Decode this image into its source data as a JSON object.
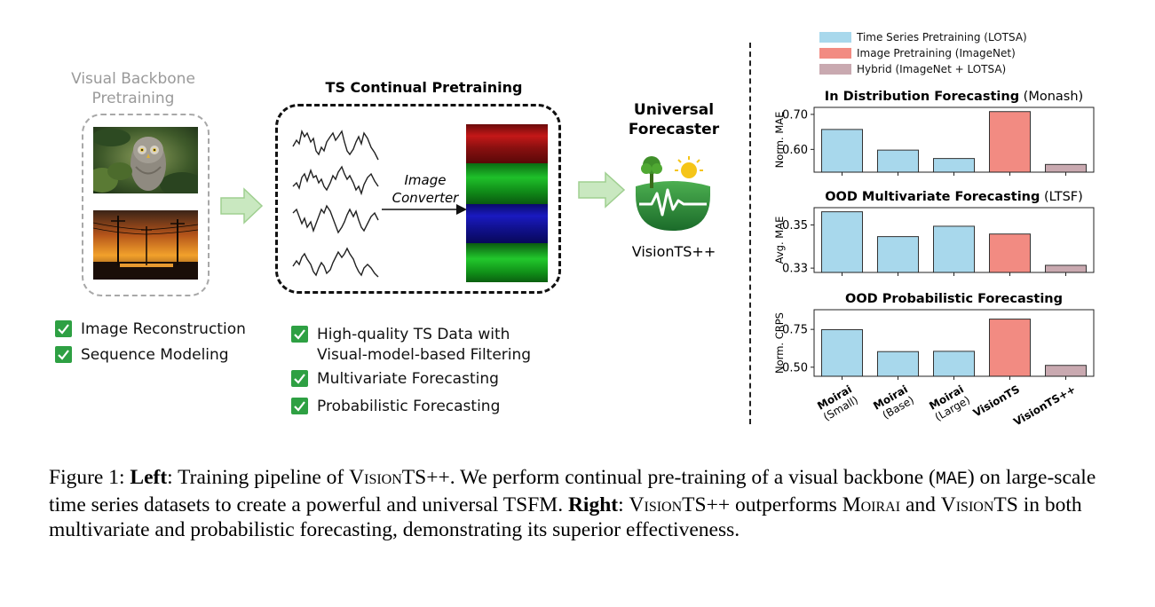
{
  "left_panel": {
    "backbone_title": "Visual Backbone Pretraining",
    "ts_title": "TS Continual Pretraining",
    "converter_label": [
      "Image",
      "Converter"
    ],
    "forecaster_title": [
      "Universal",
      "Forecaster"
    ],
    "forecaster_name": "VisionTS++",
    "backbone_checks": [
      "Image Reconstruction",
      "Sequence Modeling"
    ],
    "ts_checks": [
      "High-quality TS Data with\nVisual-model-based Filtering",
      "Multivariate Forecasting",
      "Probabilistic Forecasting"
    ]
  },
  "colors": {
    "ts_pretraining": "#a8d8ec",
    "image_pretraining": "#f28b82",
    "hybrid": "#c9a9b0",
    "check_green": "#2ea043",
    "arrow_green": "#c9e8c0"
  },
  "legend": [
    {
      "label": "Time Series Pretraining (LOTSA)",
      "color": "#a8d8ec"
    },
    {
      "label": "Image Pretraining (ImageNet)",
      "color": "#f28b82"
    },
    {
      "label": "Hybrid (ImageNet + LOTSA)",
      "color": "#c9a9b0"
    }
  ],
  "chart_data": [
    {
      "type": "bar",
      "title": "In Distribution Forecasting",
      "title_suffix": "(Monash)",
      "ylabel": "Norm. MAE",
      "categories": [
        "Moirai (Small)",
        "Moirai (Base)",
        "Moirai (Large)",
        "VisionTS",
        "VisionTS++"
      ],
      "values": [
        0.657,
        0.598,
        0.574,
        0.708,
        0.557
      ],
      "colors": [
        "#a8d8ec",
        "#a8d8ec",
        "#a8d8ec",
        "#f28b82",
        "#c9a9b0"
      ],
      "yticks": [
        0.6,
        0.7
      ],
      "ytick_labels": [
        "0.60",
        "0.70"
      ],
      "ylim": [
        0.535,
        0.72
      ]
    },
    {
      "type": "bar",
      "title": "OOD Multivariate Forecasting",
      "title_suffix": "(LTSF)",
      "ylabel": "Avg. MAE",
      "categories": [
        "Moirai (Small)",
        "Moirai (Base)",
        "Moirai (Large)",
        "VisionTS",
        "VisionTS++"
      ],
      "values": [
        0.3561,
        0.3446,
        0.3494,
        0.3458,
        0.3313
      ],
      "colors": [
        "#a8d8ec",
        "#a8d8ec",
        "#a8d8ec",
        "#f28b82",
        "#c9a9b0"
      ],
      "yticks": [
        0.33,
        0.35
      ],
      "ytick_labels": [
        "0.33",
        "0.35"
      ],
      "ylim": [
        0.328,
        0.358
      ]
    },
    {
      "type": "bar",
      "title": "OOD Probabilistic Forecasting",
      "title_suffix": "",
      "ylabel": "Norm. CRPS",
      "categories": [
        "Moirai (Small)",
        "Moirai (Base)",
        "Moirai (Large)",
        "VisionTS",
        "VisionTS++"
      ],
      "values": [
        0.748,
        0.603,
        0.605,
        0.818,
        0.512
      ],
      "colors": [
        "#a8d8ec",
        "#a8d8ec",
        "#a8d8ec",
        "#f28b82",
        "#c9a9b0"
      ],
      "yticks": [
        0.5,
        0.75
      ],
      "ytick_labels": [
        "0.50",
        "0.75"
      ],
      "ylim": [
        0.44,
        0.88
      ]
    }
  ],
  "x_labels": [
    {
      "name": "Moirai",
      "sub": "(Small)"
    },
    {
      "name": "Moirai",
      "sub": "(Base)"
    },
    {
      "name": "Moirai",
      "sub": "(Large)"
    },
    {
      "name": "VisionTS",
      "sub": ""
    },
    {
      "name": "VisionTS++",
      "sub": ""
    }
  ],
  "caption": {
    "fig_label": "Figure 1: ",
    "left_word": "Left",
    "p1": ": Training pipeline of ",
    "visionts_pp": "VisionTS++",
    "p2": ". We perform continual pre-training of a visual backbone (",
    "mae": "MAE",
    "p3": ") on large-scale time series datasets to create a powerful and universal TSFM. ",
    "right_word": "Right",
    "p4": ": ",
    "visionts_pp2": "VisionTS++",
    "p5": " outperforms ",
    "moirai": "Moirai",
    "p6": " and ",
    "visionts": "VisionTS",
    "p7": " in both multivariate and probabilistic forecasting, demonstrating its superior effectiveness."
  }
}
